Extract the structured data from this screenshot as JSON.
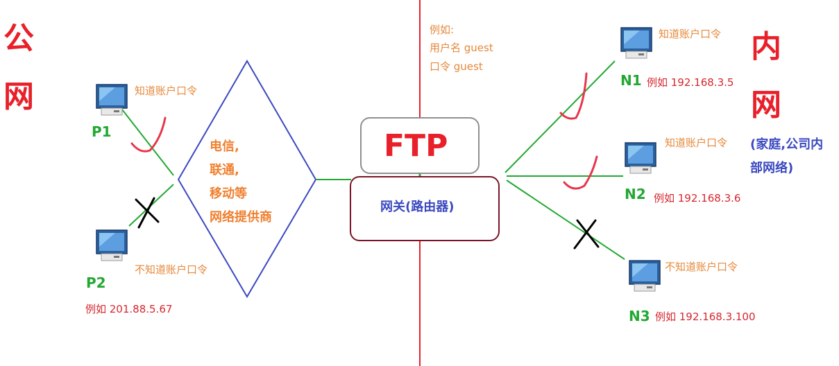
{
  "public_net": {
    "title_line1": "公",
    "title_line2": "网"
  },
  "intranet": {
    "title_line1": "内",
    "title_line2": "网",
    "desc_line1": "(家庭,公司内",
    "desc_line2": "部网络)"
  },
  "isp": {
    "line1": "电信,",
    "line2": "联通,",
    "line3": "移动等",
    "line4": "网络提供商"
  },
  "ftp": {
    "label": "FTP"
  },
  "gateway": {
    "label": "网关(路由器)"
  },
  "credentials": {
    "line1": "例如:",
    "line2": "用户名 guest",
    "line3": "口令 guest"
  },
  "nodes": {
    "p1": {
      "name": "P1",
      "note": "知道账户口令"
    },
    "p2": {
      "name": "P2",
      "note": "不知道账户口令",
      "ip": "例如 201.88.5.67"
    },
    "n1": {
      "name": "N1",
      "note": "知道账户口令",
      "ip": "例如 192.168.3.5"
    },
    "n2": {
      "name": "N2",
      "note": "知道账户口令",
      "ip": "例如 192.168.3.6"
    },
    "n3": {
      "name": "N3",
      "note": "不知道账户口令",
      "ip": "例如 192.168.3.100"
    }
  },
  "colors": {
    "red": "#e8202a",
    "green": "#22a832",
    "blue": "#3a48c0",
    "orange": "#f08030",
    "maroon": "#7a1426"
  }
}
